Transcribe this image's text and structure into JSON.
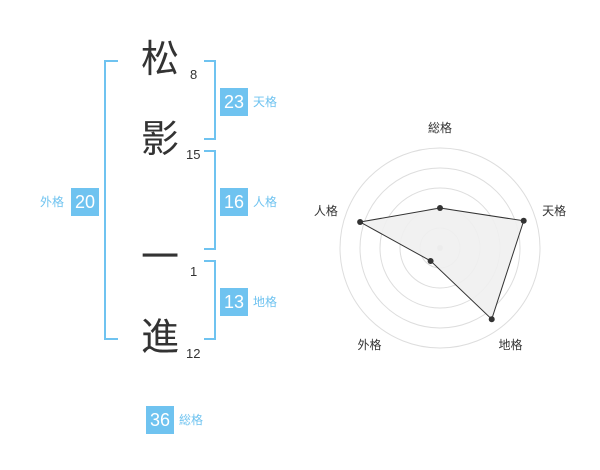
{
  "name_chars": [
    {
      "char": "松",
      "strokes": "8"
    },
    {
      "char": "影",
      "strokes": "15"
    },
    {
      "char": "一",
      "strokes": "1"
    },
    {
      "char": "進",
      "strokes": "12"
    }
  ],
  "scores": {
    "tenkaku": {
      "value": "23",
      "label": "天格"
    },
    "jinkaku": {
      "value": "16",
      "label": "人格"
    },
    "chikaku": {
      "value": "13",
      "label": "地格"
    },
    "gaikaku": {
      "value": "20",
      "label": "外格"
    },
    "soukaku": {
      "value": "36",
      "label": "総格"
    }
  },
  "colors": {
    "accent": "#6fc3f0",
    "text": "#333333",
    "fill": "#f0f0f0",
    "grid": "#dddddd"
  },
  "chart_data": {
    "type": "radar",
    "axes": [
      "総格",
      "天格",
      "地格",
      "外格",
      "人格"
    ],
    "values": [
      0.4,
      0.88,
      0.88,
      0.16,
      0.84
    ],
    "max": 1,
    "rings": 5
  }
}
